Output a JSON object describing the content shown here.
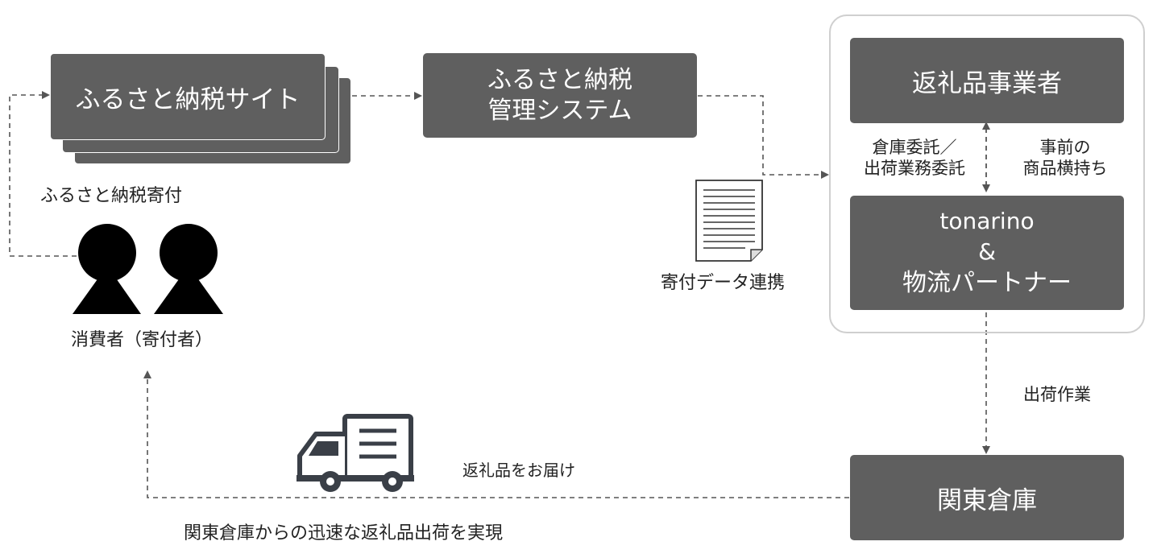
{
  "site_label": "ふるさと納税サイト",
  "system_box": {
    "line1": "ふるさと納税",
    "line2": "管理システム"
  },
  "supplier_label": "返礼品事業者",
  "warehouse_delegation": {
    "line1": "倉庫委託／",
    "line2": "出荷業務委託"
  },
  "preholding": {
    "line1": "事前の",
    "line2": "商品横持ち"
  },
  "tonarino_box": {
    "line1": "tonarino",
    "line2": "&",
    "line3": "物流パートナー"
  },
  "donation_label": "ふるさと納税寄付",
  "consumer_label": "消費者（寄付者）",
  "data_link_label": "寄付データ連携",
  "shipping_work_label": "出荷作業",
  "kanto_warehouse_label": "関東倉庫",
  "delivery_label": "返礼品をお届け",
  "footer_caption": "関東倉庫からの迅速な返礼品出荷を実現",
  "colors": {
    "box": "#5f5f5f",
    "line": "#555555"
  },
  "icons": [
    "person-icon",
    "document-icon",
    "truck-icon"
  ]
}
